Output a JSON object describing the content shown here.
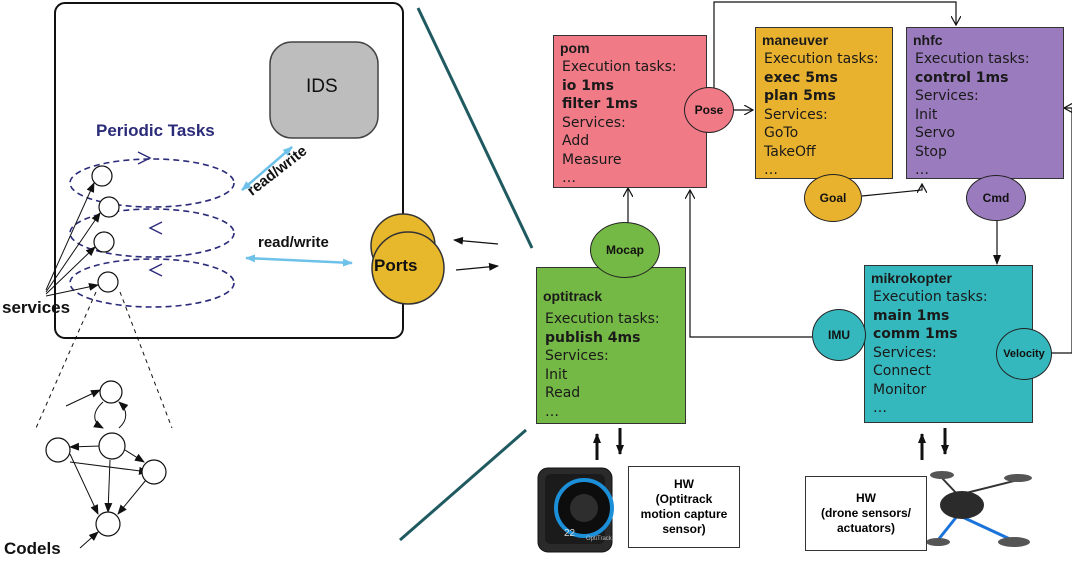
{
  "colors": {
    "pom": "#f07a86",
    "maneuver": "#e9b22e",
    "nhfc": "#9a7bbd",
    "optitrack": "#74b845",
    "mikrokopter": "#35b8bd",
    "ports": "#e8b82c",
    "ids": "#bdbdbd",
    "periodic": "#2b2b7a",
    "rw_arrow": "#6ec2ea"
  },
  "left_view": {
    "ids_label": "IDS",
    "periodic_tasks_label": "Periodic Tasks",
    "read_write_label_1": "read/write",
    "read_write_label_2": "read/write",
    "ports_label": "Ports",
    "services_label": "services",
    "codels_label": "Codels"
  },
  "components": {
    "pom": {
      "title": "pom",
      "lines": [
        "Execution tasks:",
        "io 1ms",
        "filter 1ms",
        "Services:",
        "Add",
        "Measure",
        "…"
      ]
    },
    "maneuver": {
      "title": "maneuver",
      "lines": [
        "Execution tasks:",
        "exec 5ms",
        "plan 5ms",
        "Services:",
        "GoTo",
        "TakeOff",
        "…"
      ]
    },
    "nhfc": {
      "title": "nhfc",
      "lines": [
        "Execution tasks:",
        "control 1ms",
        "Services:",
        "Init",
        "Servo",
        "Stop",
        "…"
      ]
    },
    "optitrack": {
      "title": "optitrack",
      "lines": [
        "Execution tasks:",
        "publish 4ms",
        "Services:",
        "Init",
        "Read",
        "…"
      ]
    },
    "mikrokopter": {
      "title": "mikrokopter",
      "lines": [
        "Execution tasks:",
        "main 1ms",
        "comm 1ms",
        "Services:",
        "Connect",
        "Monitor",
        "…"
      ]
    }
  },
  "ports": {
    "pose": "Pose",
    "goal": "Goal",
    "cmd": "Cmd",
    "mocap": "Mocap",
    "imu": "IMU",
    "velocity": "Velocity"
  },
  "hardware": {
    "optitrack_hw": "HW\n(Optitrack\nmotion capture\nsensor)",
    "drone_hw": "HW\n(drone sensors/\nactuators)",
    "camera_display": "22",
    "camera_brand": "OptiTrack"
  }
}
